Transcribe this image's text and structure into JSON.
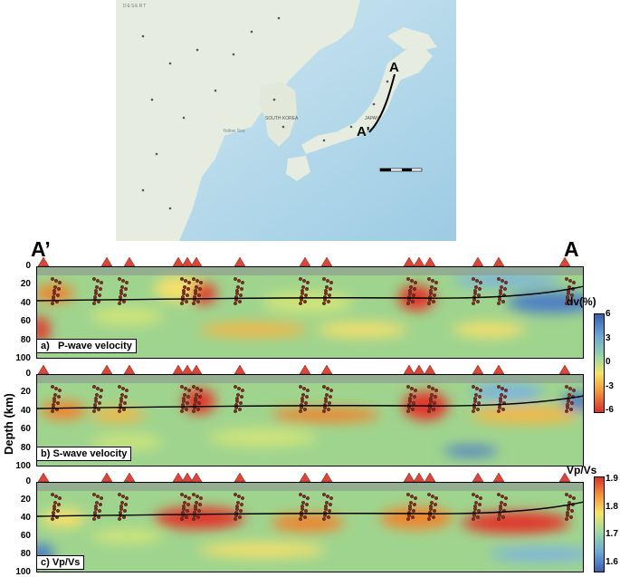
{
  "map": {
    "point_a": "A",
    "point_a_prime": "A'",
    "place_labels": [
      "DESERT",
      "SOUTH KOREA",
      "JAPAN",
      "Yellow Sea"
    ]
  },
  "profile": {
    "start_label": "A’",
    "end_label": "A",
    "y_axis_label": "Depth (km)",
    "depth_ticks": [
      "0",
      "20",
      "40",
      "60",
      "80",
      "100"
    ]
  },
  "panels": [
    {
      "tag": "a)   P-wave velocity"
    },
    {
      "tag": "b) S-wave velocity"
    },
    {
      "tag": "c) Vp/Vs"
    }
  ],
  "colorbars": {
    "dv": {
      "title": "dv(%)",
      "ticks": [
        "6",
        "3",
        "0",
        "-3",
        "-6"
      ]
    },
    "vpvs": {
      "title": "Vp/Vs",
      "ticks": [
        "1.9",
        "1.8",
        "1.7",
        "1.6"
      ]
    }
  },
  "colors": {
    "volcano": "#d9463a",
    "map_sea": "#bfe0ee",
    "map_land": "#e8eee3"
  }
}
